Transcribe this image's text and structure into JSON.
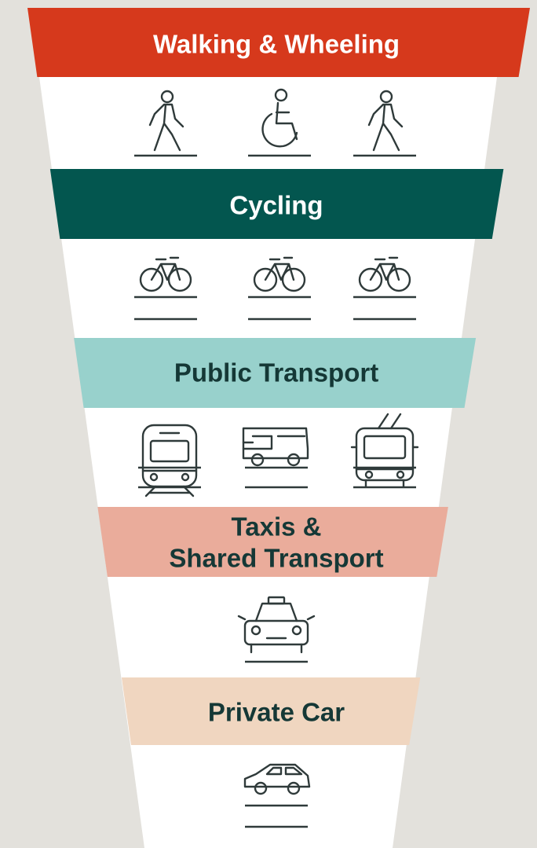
{
  "background_color": "#e3e1dc",
  "icon_stroke_color": "#2f3a3a",
  "levels": [
    {
      "label_lines": [
        "Walking & Wheeling"
      ],
      "band_color": "#d6391c",
      "text_color": "#ffffff",
      "icons": [
        "pedestrian-icon",
        "wheelchair-icon",
        "pedestrian-icon"
      ]
    },
    {
      "label_lines": [
        "Cycling"
      ],
      "band_color": "#03564f",
      "text_color": "#ffffff",
      "icons": [
        "bicycle-icon",
        "bicycle-icon",
        "bicycle-icon"
      ]
    },
    {
      "label_lines": [
        "Public Transport"
      ],
      "band_color": "#98d1cc",
      "text_color": "#153836",
      "icons": [
        "train-icon",
        "bus-icon",
        "trolleybus-icon"
      ]
    },
    {
      "label_lines": [
        "Taxis &",
        "Shared Transport"
      ],
      "band_color": "#eaac9b",
      "text_color": "#153836",
      "icons": [
        "taxi-icon"
      ]
    },
    {
      "label_lines": [
        "Private Car"
      ],
      "band_color": "#f0d6c0",
      "text_color": "#153836",
      "icons": [
        "car-icon"
      ]
    }
  ]
}
